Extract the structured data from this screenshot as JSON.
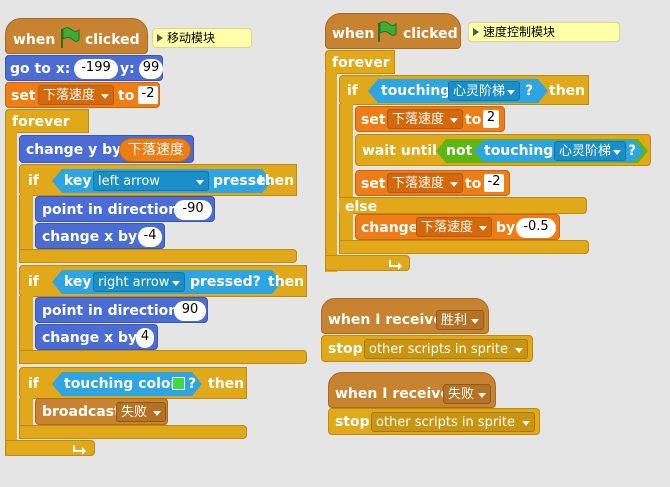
{
  "script_left": {
    "hat": {
      "when": "when",
      "clicked": "clicked",
      "comment": "移动模块"
    },
    "goto": {
      "label_a": "go to x:",
      "x": "-199",
      "label_b": "y:",
      "y": "99"
    },
    "set_speed": {
      "set": "set",
      "var": "下落速度",
      "to": "to",
      "value": "-2"
    },
    "forever": "forever",
    "change_y": {
      "label": "change y by",
      "var": "下落速度"
    },
    "if1": {
      "if": "if",
      "key": "key",
      "key_name": "left arrow",
      "pressed": "pressed?",
      "then": "then"
    },
    "point1": {
      "label": "point in direction",
      "value": "-90"
    },
    "change_x1": {
      "label": "change x by",
      "value": "-4"
    },
    "if2": {
      "if": "if",
      "key": "key",
      "key_name": "right arrow",
      "pressed": "pressed?",
      "then": "then"
    },
    "point2": {
      "label": "point in direction",
      "value": "90"
    },
    "change_x2": {
      "label": "change x by",
      "value": "4"
    },
    "if3": {
      "if": "if",
      "touching": "touching color",
      "q": "?",
      "then": "then"
    },
    "broadcast": {
      "label": "broadcast",
      "message": "失败"
    }
  },
  "script_right": {
    "hat": {
      "when": "when",
      "clicked": "clicked",
      "comment": "速度控制模块"
    },
    "forever": "forever",
    "if": {
      "if": "if",
      "touching": "touching",
      "sprite": "心灵阶梯",
      "q": "?",
      "then": "then"
    },
    "set1": {
      "set": "set",
      "var": "下落速度",
      "to": "to",
      "value": "2"
    },
    "wait": {
      "label": "wait until",
      "not": "not",
      "touching": "touching",
      "sprite": "心灵阶梯",
      "q": "?"
    },
    "set2": {
      "set": "set",
      "var": "下落速度",
      "to": "to",
      "value": "-2"
    },
    "else": "else",
    "change": {
      "label": "change",
      "var": "下落速度",
      "by": "by",
      "value": "-0.5"
    }
  },
  "script_win": {
    "hat": {
      "label": "when I receive",
      "message": "胜利"
    },
    "stop": {
      "label": "stop",
      "option": "other scripts in sprite"
    }
  },
  "script_lose": {
    "hat": {
      "label": "when I receive",
      "message": "失败"
    },
    "stop": {
      "label": "stop",
      "option": "other scripts in sprite"
    }
  },
  "colors": {
    "events": "#c88330",
    "control": "#e1a91a",
    "motion": "#4a6cd4",
    "data": "#ee7d16",
    "sensing": "#2ca5e2",
    "operators": "#5cb712",
    "flag": "#3dae35",
    "background": "#e5e5e5"
  },
  "icons": {
    "flag": "green-flag-icon",
    "end": "loop-arrow-icon"
  }
}
